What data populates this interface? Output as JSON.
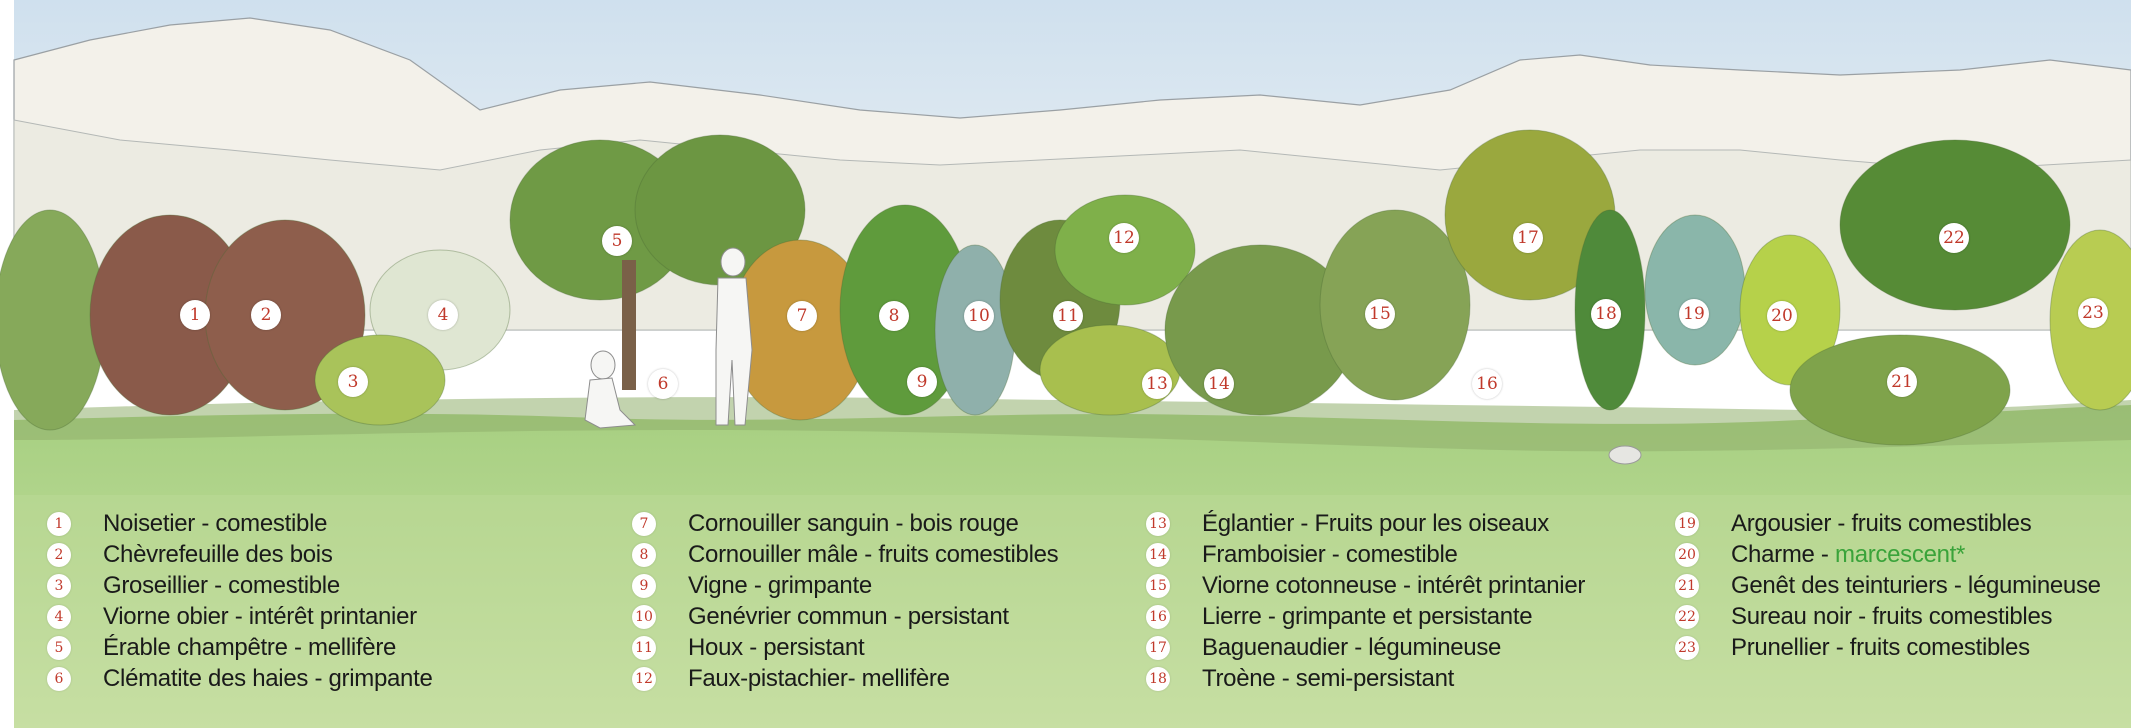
{
  "colors": {
    "marker_text": "#c0392b",
    "marker_bg": "#ffffff",
    "legend_text": "#1a1a1a",
    "accent_green": "#3aa33a",
    "sky": "#d8e6f0",
    "grass": "#9cc878"
  },
  "legend": [
    {
      "n": "1",
      "label": "Noisetier - comestible"
    },
    {
      "n": "2",
      "label": "Chèvrefeuille des bois"
    },
    {
      "n": "3",
      "label": "Groseillier - comestible"
    },
    {
      "n": "4",
      "label": "Viorne obier - intérêt printanier"
    },
    {
      "n": "5",
      "label": "Érable champêtre - mellifère"
    },
    {
      "n": "6",
      "label": "Clématite des haies  - grimpante"
    },
    {
      "n": "7",
      "label": "Cornouiller sanguin - bois rouge"
    },
    {
      "n": "8",
      "label": "Cornouiller mâle - fruits comestibles"
    },
    {
      "n": "9",
      "label": "Vigne  - grimpante"
    },
    {
      "n": "10",
      "label": "Genévrier commun  - persistant"
    },
    {
      "n": "11",
      "label": "Houx - persistant"
    },
    {
      "n": "12",
      "label": "Faux-pistachier- mellifère"
    },
    {
      "n": "13",
      "label": "Églantier - Fruits pour les oiseaux"
    },
    {
      "n": "14",
      "label": "Framboisier - comestible"
    },
    {
      "n": "15",
      "label": "Viorne cotonneuse - intérêt printanier"
    },
    {
      "n": "16",
      "label": "Lierre - grimpante et persistante"
    },
    {
      "n": "17",
      "label": "Baguenaudier - légumineuse"
    },
    {
      "n": "18",
      "label": "Troène  - semi-persistant"
    },
    {
      "n": "19",
      "label": "Argousier - fruits comestibles"
    },
    {
      "n": "20",
      "label": "Charme - ",
      "accent": "marcescent*"
    },
    {
      "n": "21",
      "label": "Genêt des teinturiers - légumineuse"
    },
    {
      "n": "22",
      "label": "Sureau noir - fruits comestibles"
    },
    {
      "n": "23",
      "label": "Prunellier - fruits comestibles"
    }
  ],
  "markers": [
    "1",
    "2",
    "3",
    "4",
    "5",
    "6",
    "7",
    "8",
    "9",
    "10",
    "11",
    "12",
    "13",
    "14",
    "15",
    "16",
    "17",
    "18",
    "19",
    "20",
    "21",
    "22",
    "23"
  ]
}
